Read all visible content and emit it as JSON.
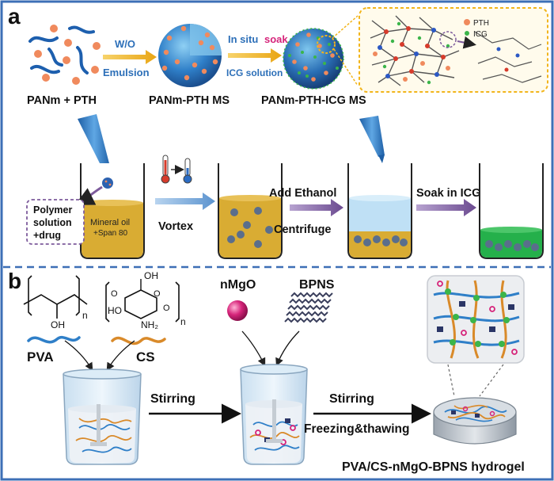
{
  "panel_a": {
    "letter": "a",
    "labels": {
      "panm_pth": "PANm + PTH",
      "panm_pth_ms": "PANm-PTH MS",
      "panm_pth_icg_ms": "PANm-PTH-ICG MS"
    },
    "arrow1": {
      "top": "W/O",
      "bottom": "Emulsion"
    },
    "arrow2": {
      "top_a": "In situ",
      "top_b": "soak",
      "bottom": "ICG solution"
    },
    "legend": {
      "pth": "PTH",
      "icg": "ICG"
    },
    "beaker_step": {
      "polymer_box": [
        "Polymer",
        "solution",
        "+drug"
      ],
      "mineral_oil": [
        "Mineral oil",
        "+Span 80"
      ],
      "vortex": "Vortex",
      "add_ethanol": "Add Ethanol",
      "centrifuge": "Centrifuge",
      "soak_icg": "Soak in ICG"
    }
  },
  "panel_b": {
    "letter": "b",
    "pva": "PVA",
    "cs": "CS",
    "pva_formula": {
      "oh": "OH",
      "n": "n"
    },
    "cs_formula": {
      "oh_top": "OH",
      "ho": "HO",
      "nh2": "NH₂",
      "n": "n",
      "o1": "O",
      "o2": "O",
      "o3": "O"
    },
    "nmgo": "nMgO",
    "bpns": "BPNS",
    "stirring1": "Stirring",
    "stirring2": "Stirring",
    "freezing": "Freezing&thawing",
    "hydrogel": "PVA/CS-nMgO-BPNS hydrogel"
  },
  "colors": {
    "frame_blue": "#3d6fb6",
    "arrow_gold": "#f2b51c",
    "arrow_purple": "#7d5b9c",
    "microsphere_blue": "#2f7fc8",
    "pth_orange": "#f08a5d",
    "icg_green": "#3bb54a",
    "mineral_oil": "#d9ac33",
    "nmgo_magenta": "#d6247a"
  }
}
